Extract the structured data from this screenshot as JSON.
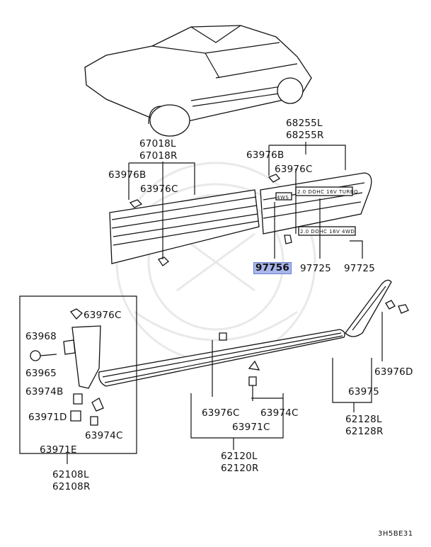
{
  "labels": {
    "l68255": "68255L\n68255R",
    "l67018": "67018L\n67018R",
    "l63976b_r": "63976B",
    "l63976c_r": "63976C",
    "l63976b_l": "63976B",
    "l63976c_l": "63976C",
    "l97756": "97756",
    "l97725a": "97725",
    "l97725b": "97725",
    "l63976c_box": "63976C",
    "l63968": "63968",
    "l63965": "63965",
    "l63974b": "63974B",
    "l63971d": "63971D",
    "l63974c_l": "63974C",
    "l63971e": "63971E",
    "l62108": "62108L\n62108R",
    "l63976c_c": "63976C",
    "l63974c_c": "63974C",
    "l63971c": "63971C",
    "l62120": "62120L\n62120R",
    "l63976d": "63976D",
    "l63975": "63975",
    "l62128": "62128L\n62128R",
    "code": "3H5BE31"
  },
  "emblems": {
    "e4ws": "4WS",
    "edohc": "2.0 DOHC 16V TURBO",
    "edohc2": "2.0 DOHC 16V 4WD"
  }
}
